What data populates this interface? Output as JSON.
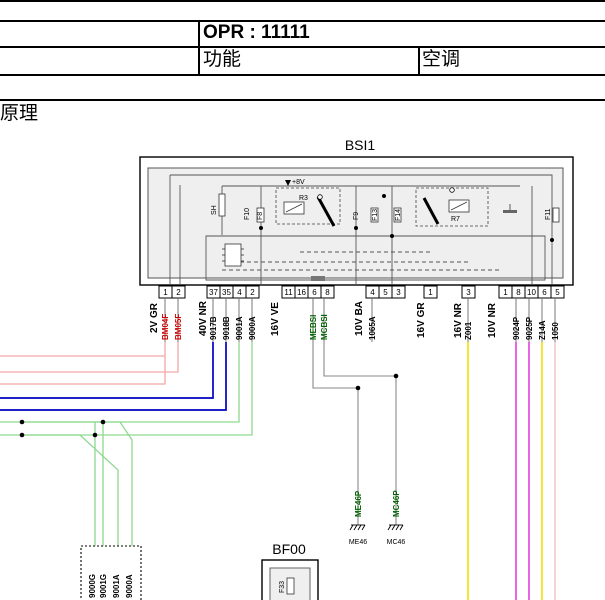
{
  "header": {
    "opr": "OPR : 11111",
    "function_label": "功能",
    "function_value": "空调"
  },
  "section_title": "原理",
  "diagram": {
    "module": "BSI1",
    "fuse_box": "BF00",
    "fuse_bf": "F33",
    "supply": "+8V",
    "internal": {
      "sh": "SH",
      "fuses": [
        "F10",
        "F8",
        "F9",
        "F13",
        "F14",
        "F11"
      ],
      "relays": [
        "R3",
        "R7"
      ]
    },
    "connectors": [
      {
        "label": "2V GR",
        "pins": [
          "1",
          "2"
        ]
      },
      {
        "label": "40V NR",
        "pins": [
          "37",
          "35",
          "4",
          "2"
        ]
      },
      {
        "label": "16V VE",
        "pins": [
          "11",
          "16",
          "6",
          "8"
        ]
      },
      {
        "label": "10V BA",
        "pins": [
          "4",
          "5",
          "3"
        ]
      },
      {
        "label": "16V GR",
        "pins": [
          "1"
        ]
      },
      {
        "label": "16V NR",
        "pins": [
          "3"
        ]
      },
      {
        "label": "10V NR",
        "pins": [
          "1",
          "8",
          "10",
          "6",
          "5"
        ]
      }
    ],
    "wires": [
      "BM04F",
      "BM05F",
      "9017B",
      "9018B",
      "9001A",
      "9000A",
      "MEBSI",
      "MCBSI",
      "1065A",
      "Z001",
      "9024P",
      "9025P",
      "Z14A",
      "1050"
    ],
    "ground_wires": [
      "ME46P",
      "MC46P"
    ],
    "grounds": [
      "ME46",
      "MC46"
    ],
    "harness_wires": [
      "9000G",
      "9001G",
      "9001A",
      "9000A"
    ]
  }
}
